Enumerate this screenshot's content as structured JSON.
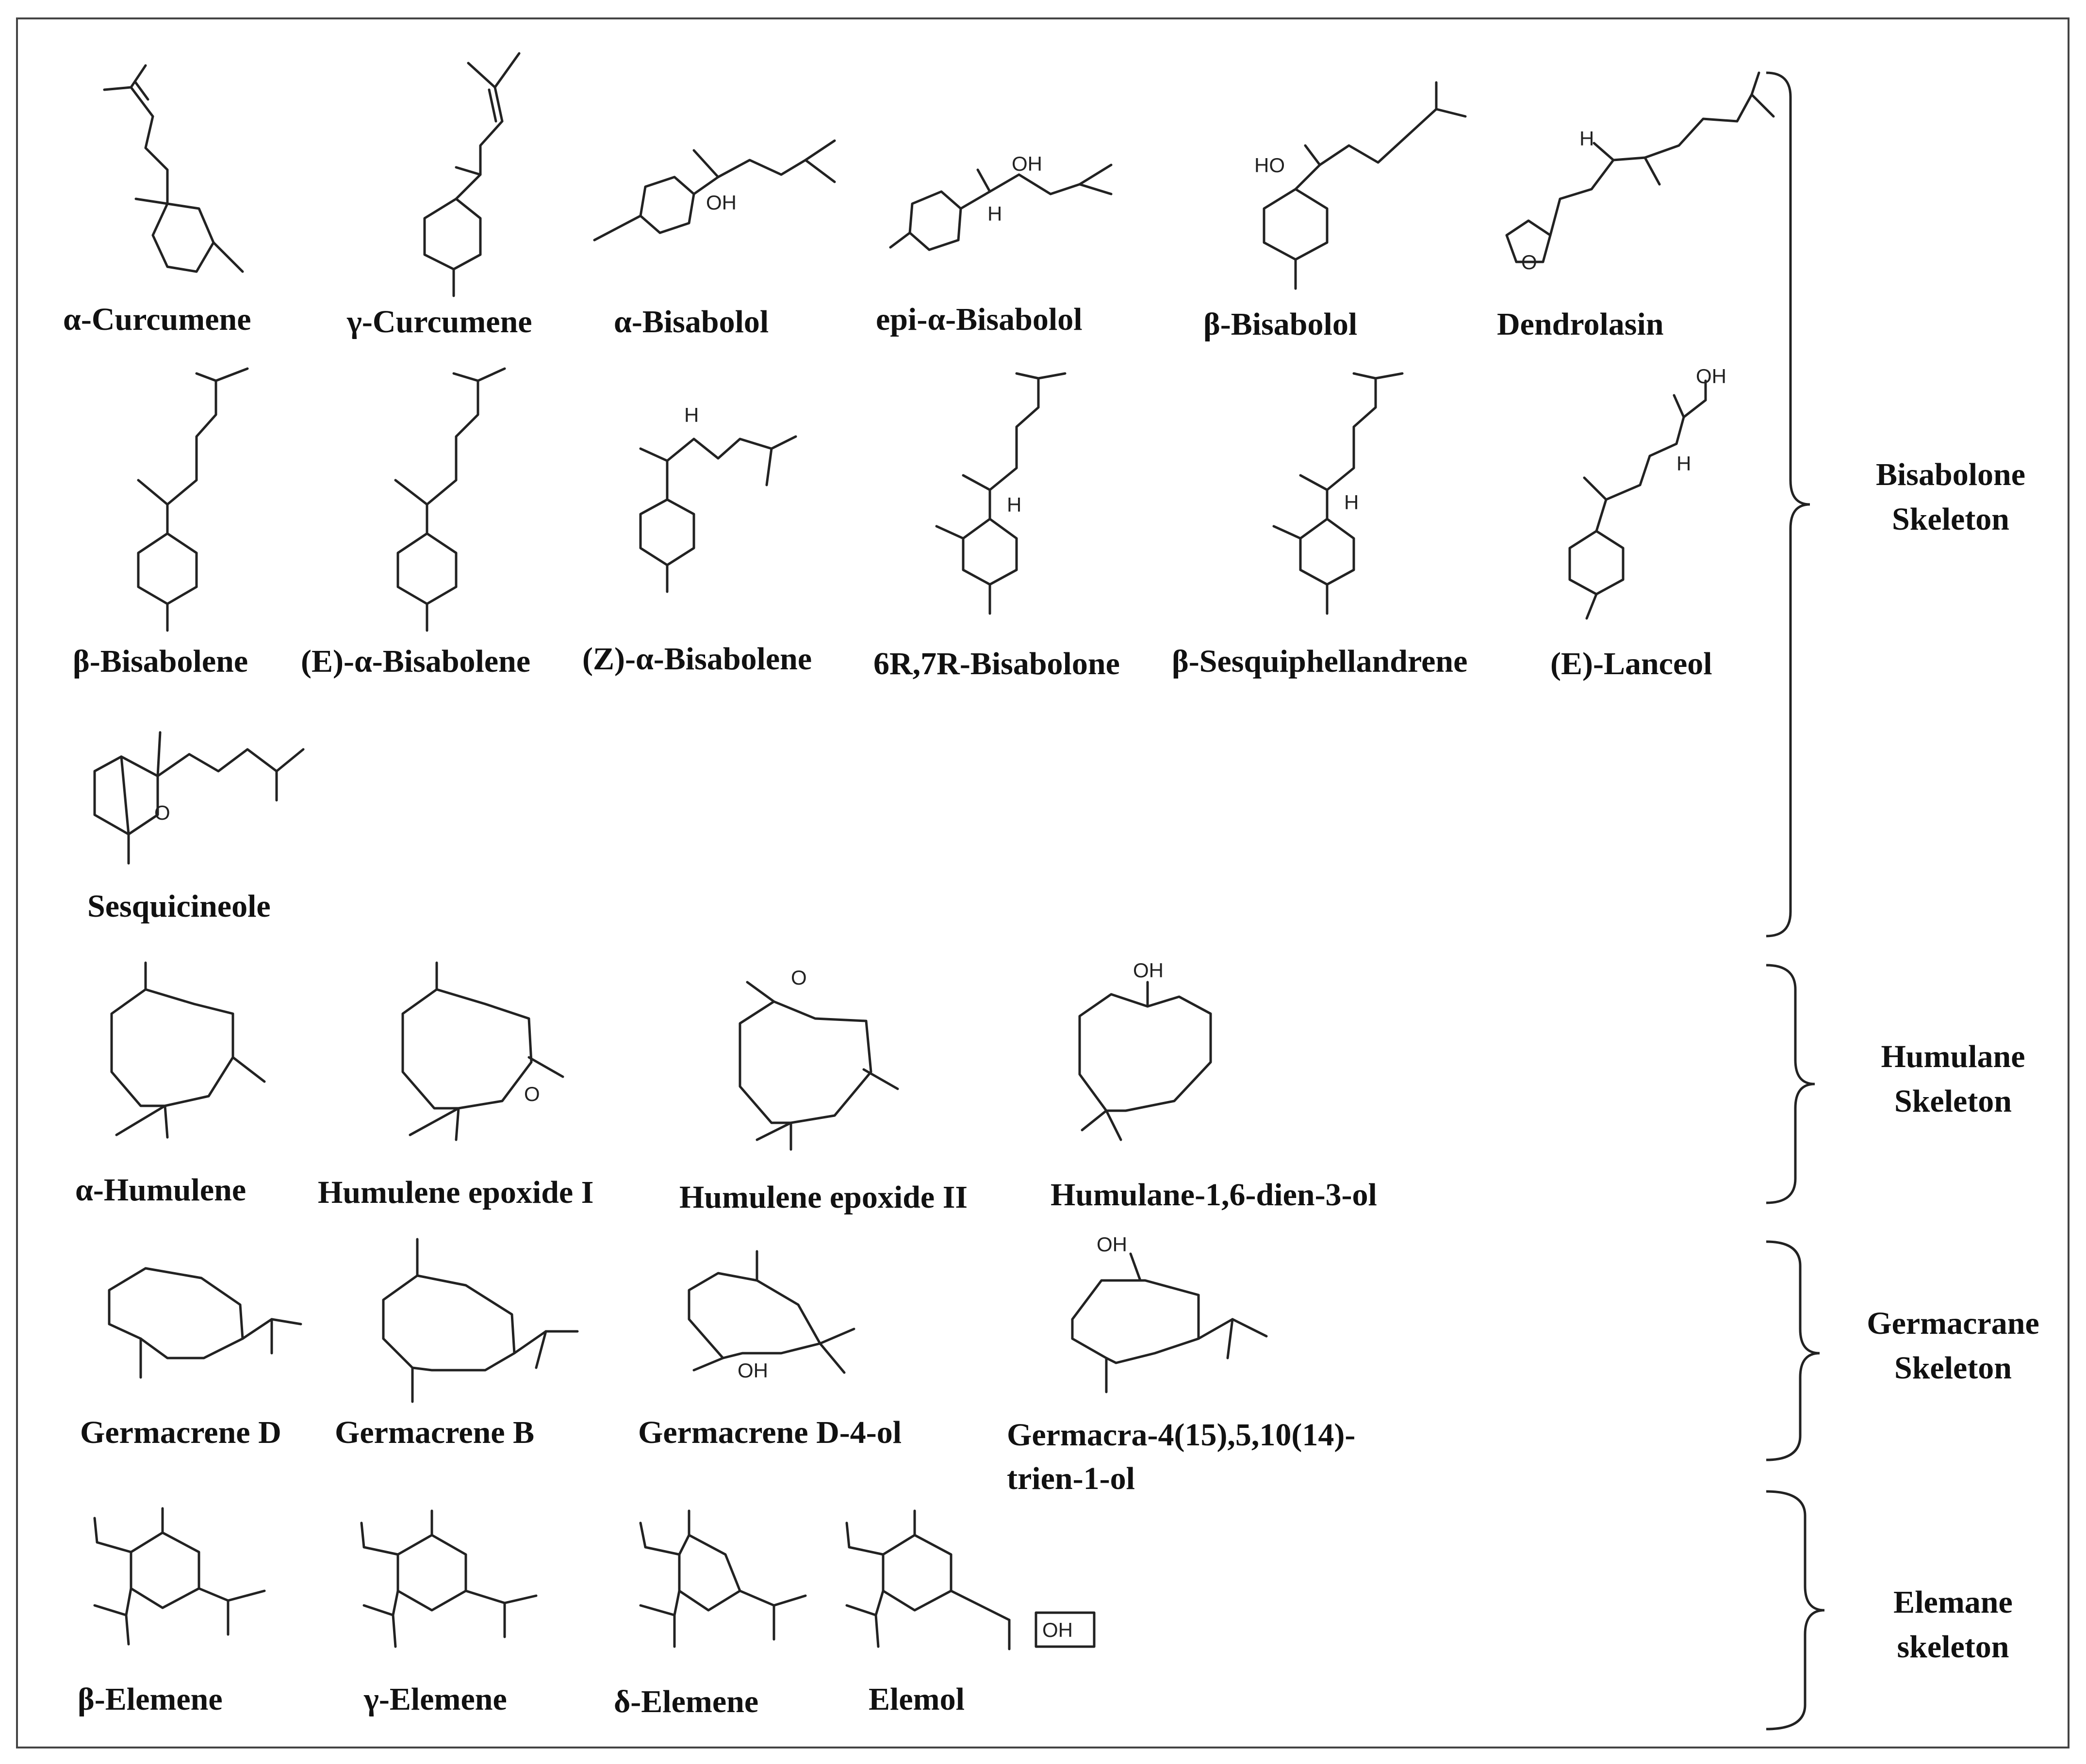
{
  "groups": [
    {
      "id": "bisabolone",
      "label_lines": [
        "Bisabolone",
        "Skeleton"
      ],
      "compounds": [
        {
          "name": "α-Curcumene"
        },
        {
          "name": "γ-Curcumene"
        },
        {
          "name": "α-Bisabolol"
        },
        {
          "name": "epi-α-Bisabolol"
        },
        {
          "name": "β-Bisabolol"
        },
        {
          "name": "Dendrolasin"
        },
        {
          "name": "β-Bisabolene"
        },
        {
          "name": "(E)-α-Bisabolene"
        },
        {
          "name": "(Z)-α-Bisabolene"
        },
        {
          "name": "6R,7R-Bisabolone"
        },
        {
          "name": "β-Sesquiphellandrene"
        },
        {
          "name": "(E)-Lanceol"
        },
        {
          "name": "Sesquicineole"
        }
      ]
    },
    {
      "id": "humulane",
      "label_lines": [
        "Humulane",
        "Skeleton"
      ],
      "compounds": [
        {
          "name": "α-Humulene"
        },
        {
          "name": "Humulene epoxide I"
        },
        {
          "name": "Humulene epoxide II"
        },
        {
          "name": "Humulane-1,6-dien-3-ol"
        }
      ]
    },
    {
      "id": "germacrane",
      "label_lines": [
        "Germacrane",
        "Skeleton"
      ],
      "compounds": [
        {
          "name": "Germacrene D"
        },
        {
          "name": "Germacrene B"
        },
        {
          "name": "Germacrene D-4-ol"
        },
        {
          "name_lines": [
            "Germacra-4(15),5,10(14)-",
            "trien-1-ol"
          ]
        }
      ]
    },
    {
      "id": "elemane",
      "label_lines": [
        "Elemane",
        "skeleton"
      ],
      "compounds": [
        {
          "name": "β-Elemene"
        },
        {
          "name": "γ-Elemene"
        },
        {
          "name": "δ-Elemene"
        },
        {
          "name": "Elemol"
        }
      ]
    }
  ],
  "atom_labels": {
    "oh": "OH",
    "ho": "HO",
    "h": "H",
    "o": "O"
  }
}
